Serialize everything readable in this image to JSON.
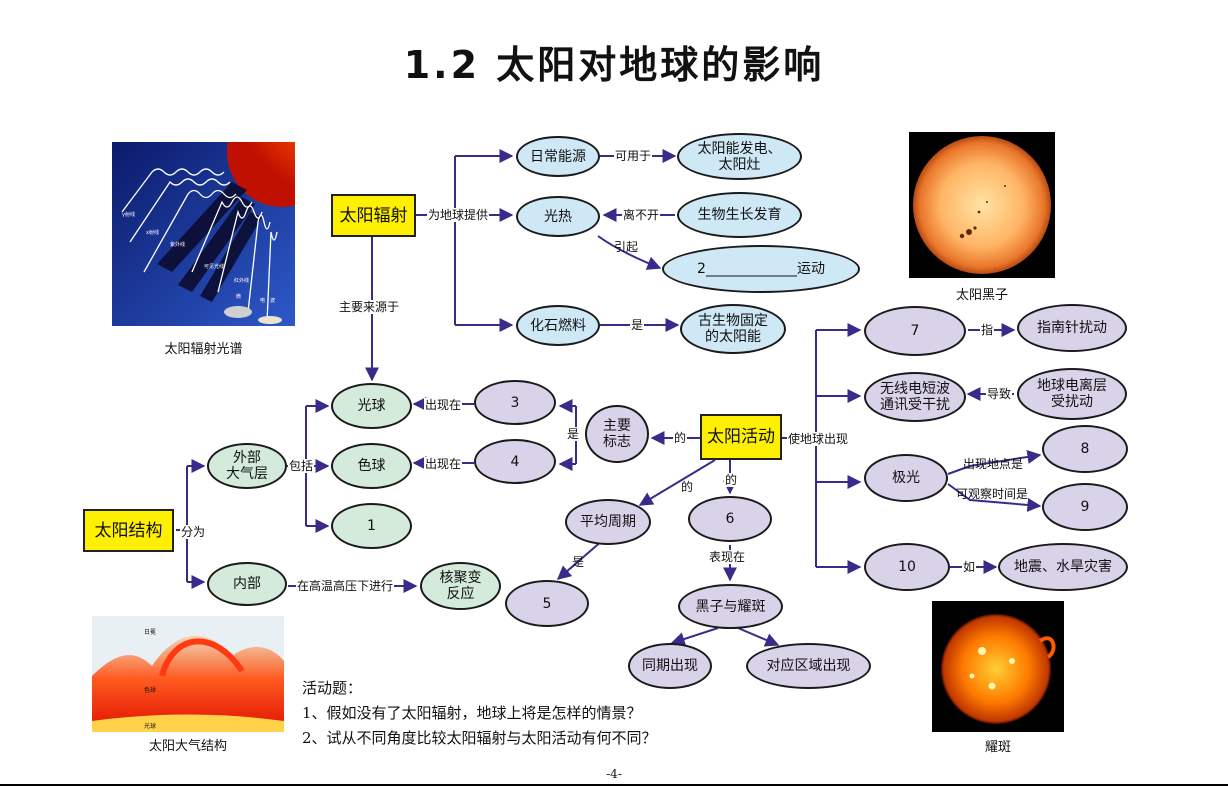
{
  "title": "1.2  太阳对地球的影响",
  "nodes": {
    "radiation": "太阳辐射",
    "daily_energy": "日常能源",
    "solar_power": "太阳能发电、\n太阳灶",
    "light_heat": "光热",
    "bio_growth": "生物生长发育",
    "blank2": "2_____________运动",
    "fossil": "化石燃料",
    "ancient_bio": "古生物固定\n的太阳能",
    "photosphere": "光球",
    "chromosphere": "色球",
    "blank1": "1",
    "blank3": "3",
    "blank4": "4",
    "outer_atm": "外部\n大气层",
    "structure": "太阳结构",
    "interior": "内部",
    "fusion": "核聚变\n反应",
    "main_sign": "主要\n标志",
    "activity": "太阳活动",
    "avg_period": "平均周期",
    "blank5": "5",
    "blank6": "6",
    "spots_flares": "黑子与耀斑",
    "same_period": "同期出现",
    "same_region": "对应区域出现",
    "blank7": "7",
    "compass": "指南针扰动",
    "radio": "无线电短波\n通讯受干扰",
    "ionosphere": "地球电离层\n受扰动",
    "aurora": "极光",
    "blank8": "8",
    "blank9": "9",
    "blank10": "10",
    "disasters": "地震、水旱灾害"
  },
  "labels": {
    "provide": "为地球提供",
    "can_use": "可用于",
    "cannot_without": "离不开",
    "cause": "引起",
    "is": "是",
    "main_source": "主要来源于",
    "appear_in": "出现在",
    "include": "包括",
    "divide": "分为",
    "high_temp": "在高温高压下进行",
    "of": "的",
    "show_in": "表现在",
    "make_earth": "使地球出现",
    "point": "指",
    "lead_to": "导致",
    "location": "出现地点是",
    "observe_time": "可观察时间是",
    "such_as": "如"
  },
  "captions": {
    "spectrum": "太阳辐射光谱",
    "sunspots": "太阳黑子",
    "atmosphere": "太阳大气结构",
    "flares": "耀斑"
  },
  "spectrum_labels": [
    "γ射线",
    "x射线",
    "紫外线",
    "可见光线",
    "红外线",
    "微",
    "电",
    "波"
  ],
  "atmosphere_labels": [
    "日冕",
    "色球",
    "光球"
  ],
  "activity": {
    "heading": "活动题：",
    "q1": "1、假如没有了太阳辐射，地球上将是怎样的情景？",
    "q2": "2、试从不同角度比较太阳辐射与太阳活动有何不同？"
  },
  "page_number": "-4-",
  "colors": {
    "blue_node": "#cfe8f6",
    "green_node": "#d4eadb",
    "purple_node": "#d9d3ea",
    "yellow_box": "#ffef00",
    "arrow": "#3a2a8a"
  }
}
